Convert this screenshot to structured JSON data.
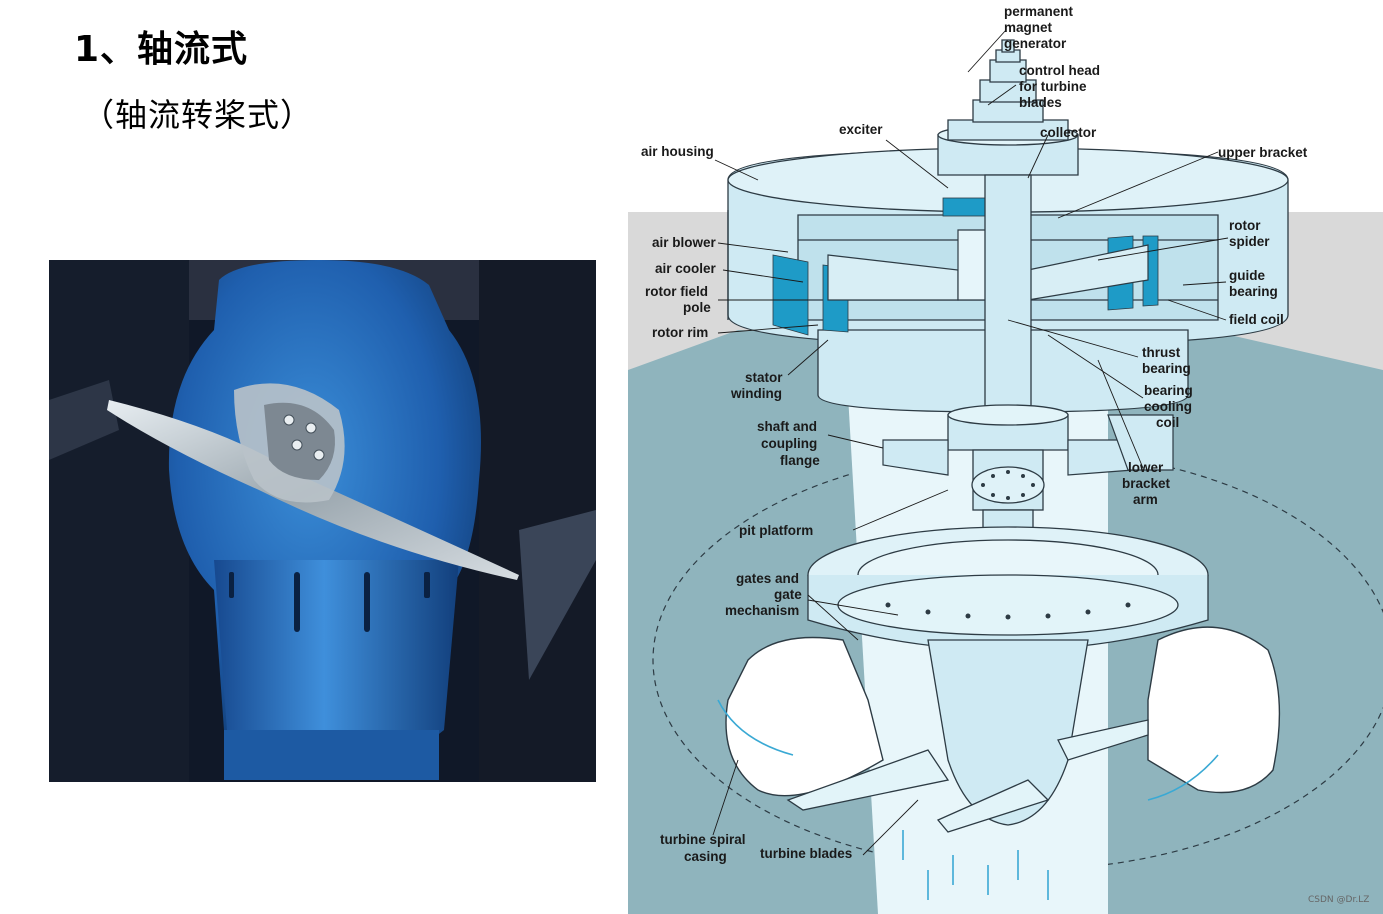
{
  "heading": "1、轴流式",
  "subheading": "（轴流转桨式）",
  "watermark": "CSDN @Dr.LZ",
  "colors": {
    "water": "#8fb4bd",
    "machine": "#cfeaf3",
    "machine_outline": "#2d3b44",
    "highlight": "#1e9bc7",
    "grey_top": "#d9d9d9",
    "arrow": "#3aa9d4"
  },
  "labels": {
    "permanent_magnet_generator": [
      "permanent",
      "magnet",
      "generator"
    ],
    "control_head": [
      "control head",
      "for turbine",
      "blades"
    ],
    "exciter": "exciter",
    "collector": "collector",
    "air_housing": "air housing",
    "upper_bracket": "upper bracket",
    "air_blower": "air blower",
    "air_cooler": "air cooler",
    "rotor_field_pole": [
      "rotor field",
      "pole"
    ],
    "rotor_rim": "rotor rim",
    "rotor_spider": [
      "rotor",
      "spider"
    ],
    "guide_bearing": [
      "guide",
      "bearing"
    ],
    "field_coil": "field coil",
    "thrust_bearing": [
      "thrust",
      "bearing"
    ],
    "bearing_cooling_coil": [
      "bearing",
      "cooling",
      "coil"
    ],
    "stator_winding": [
      "stator",
      "winding"
    ],
    "shaft_coupling": [
      "shaft and",
      "coupling",
      "flange"
    ],
    "lower_bracket_arm": [
      "lower",
      "bracket",
      "arm"
    ],
    "pit_platform": "pit platform",
    "gates_mechanism": [
      "gates and",
      "gate",
      "mechanism"
    ],
    "spiral_casing": [
      "turbine spiral",
      "casing"
    ],
    "turbine_blades": "turbine blades"
  }
}
